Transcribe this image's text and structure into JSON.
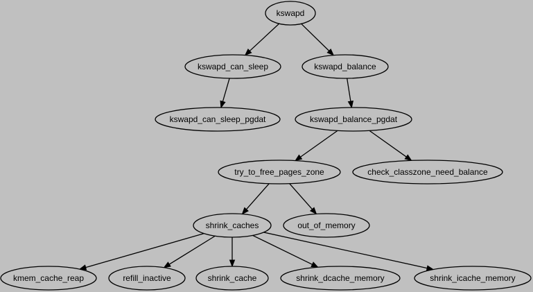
{
  "diagram": {
    "nodes": {
      "kswapd": "kswapd",
      "kswapd_can_sleep": "kswapd_can_sleep",
      "kswapd_balance": "kswapd_balance",
      "kswapd_can_sleep_pgdat": "kswapd_can_sleep_pgdat",
      "kswapd_balance_pgdat": "kswapd_balance_pgdat",
      "try_to_free_pages_zone": "try_to_free_pages_zone",
      "check_classzone_need_balance": "check_classzone_need_balance",
      "shrink_caches": "shrink_caches",
      "out_of_memory": "out_of_memory",
      "kmem_cache_reap": "kmem_cache_reap",
      "refill_inactive": "refill_inactive",
      "shrink_cache": "shrink_cache",
      "shrink_dcache_memory": "shrink_dcache_memory",
      "shrink_icache_memory": "shrink_icache_memory"
    },
    "edges": [
      [
        "kswapd",
        "kswapd_can_sleep"
      ],
      [
        "kswapd",
        "kswapd_balance"
      ],
      [
        "kswapd_can_sleep",
        "kswapd_can_sleep_pgdat"
      ],
      [
        "kswapd_balance",
        "kswapd_balance_pgdat"
      ],
      [
        "kswapd_balance_pgdat",
        "try_to_free_pages_zone"
      ],
      [
        "kswapd_balance_pgdat",
        "check_classzone_need_balance"
      ],
      [
        "try_to_free_pages_zone",
        "shrink_caches"
      ],
      [
        "try_to_free_pages_zone",
        "out_of_memory"
      ],
      [
        "shrink_caches",
        "kmem_cache_reap"
      ],
      [
        "shrink_caches",
        "refill_inactive"
      ],
      [
        "shrink_caches",
        "shrink_cache"
      ],
      [
        "shrink_caches",
        "shrink_dcache_memory"
      ],
      [
        "shrink_caches",
        "shrink_icache_memory"
      ]
    ],
    "colors": {
      "background": "#c0c0c0",
      "stroke": "#000000",
      "text": "#000000"
    }
  }
}
